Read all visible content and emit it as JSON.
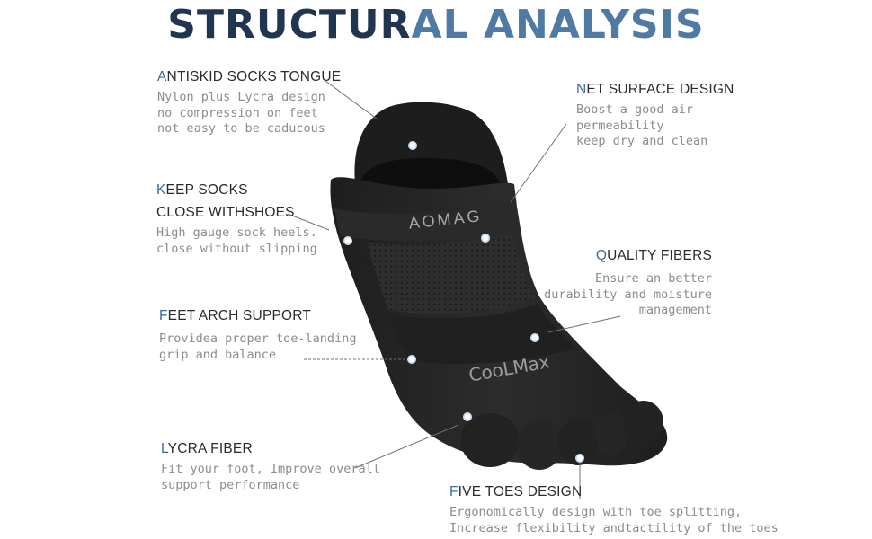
{
  "title": {
    "part1": "STRUCTUR",
    "part2": "AL",
    "part3": "ANALYSIS"
  },
  "callouts": {
    "tongue": {
      "initial": "A",
      "rest": "NTISKID SOCKS TONGUE",
      "lines": [
        "Nylon plus Lycra design",
        "no compression on feet",
        "not easy to be caducous"
      ]
    },
    "keep": {
      "initial": "K",
      "rest": "EEP SOCKS",
      "line2": "CLOSE WITHSHOES",
      "lines": [
        "High gauge sock heels.",
        "close without slipping"
      ]
    },
    "arch": {
      "initial": "F",
      "rest": "EET ARCH SUPPORT",
      "lines": [
        "Providea proper toe-landing",
        "grip and balance"
      ]
    },
    "lycra": {
      "initial": "L",
      "rest": "YCRA FIBER",
      "lines": [
        "Fit your foot, Improve overall",
        "support performance"
      ]
    },
    "net": {
      "initial": "N",
      "rest": "ET SURFACE DESIGN",
      "lines": [
        "Boost a good air",
        "permeability",
        "keep dry and clean"
      ]
    },
    "quality": {
      "initial": "Q",
      "rest": "UALITY FIBERS",
      "lines": [
        "Ensure an better",
        "durability and moisture",
        "management"
      ]
    },
    "toes": {
      "initial": "F",
      "rest": "IVE TOES DESIGN",
      "lines": [
        "Ergonomically design with toe splitting,",
        "Increase flexibility andtactility of the toes"
      ]
    }
  },
  "sock_print": {
    "band": "AOMAG",
    "sole": "CooLMax"
  },
  "colors": {
    "title_dark": "#1f3550",
    "title_blue": "#4f7aa3",
    "sock": "#262626",
    "dot": "#ffffff"
  }
}
